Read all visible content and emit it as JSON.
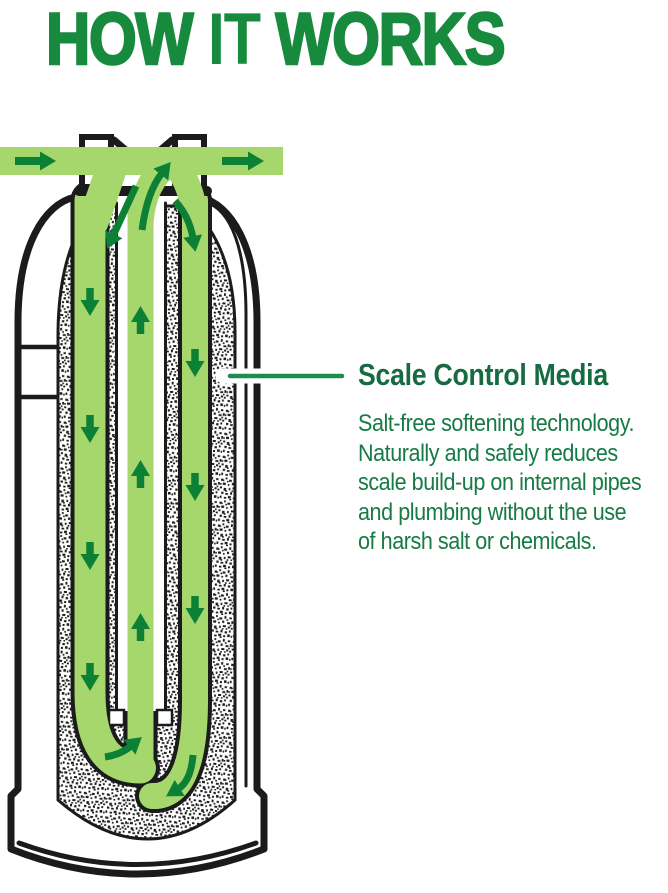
{
  "title": {
    "full_text": "HOW IT WORKS",
    "segments": [
      {
        "text": "HOW ",
        "weight": "heavy"
      },
      {
        "text": "IT",
        "weight": "regular"
      },
      {
        "text": " WORKS",
        "weight": "heavy"
      }
    ]
  },
  "callout": {
    "heading": "Scale Control Media",
    "body_lines": [
      "Salt-free softening technology.",
      "Naturally and safely reduces",
      "scale build-up on internal pipes",
      "and plumbing without the use",
      "of harsh salt or chemicals."
    ]
  },
  "diagram": {
    "description": "Cross-section of a water treatment tank: water enters through the top valve, flows down outer channels through scale control media, returns up the center riser tube and exits.",
    "icons": [
      "tank-icon",
      "valve-head-icon",
      "riser-tube-icon",
      "flow-arrow-right-icon",
      "flow-arrow-down-icon",
      "flow-arrow-up-icon",
      "flow-arrow-curved-icon",
      "scale-media-speckle-pattern",
      "leader-line"
    ]
  },
  "colors": {
    "title-green": "#188a3e",
    "heading-green": "#166b40",
    "body-green": "#177b45",
    "leader-green": "#1f8a52",
    "flow-green": "#a5d76d",
    "arrow-green": "#0c8136",
    "outline-black": "#1b1b1b",
    "speckle-black": "#1d1d1d",
    "background": "#ffffff"
  }
}
